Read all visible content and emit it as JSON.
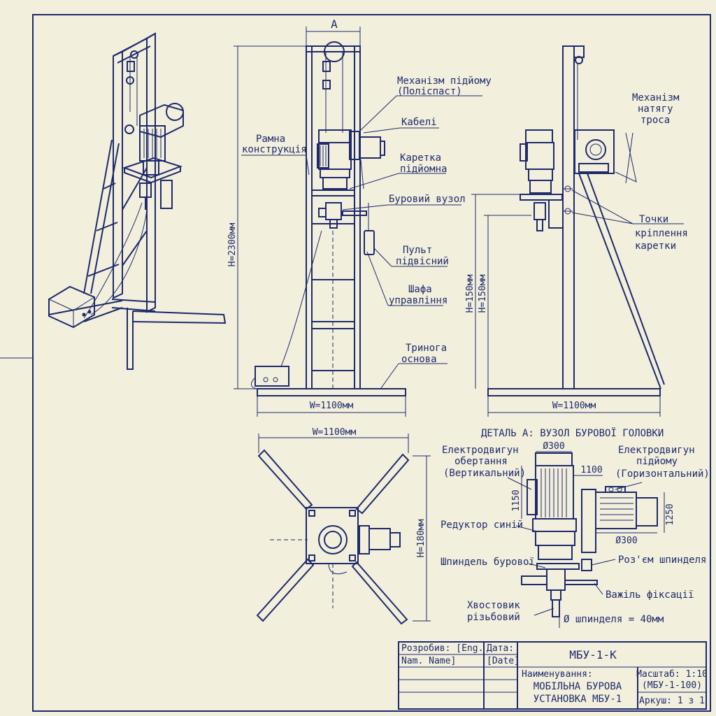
{
  "side_mark": "A",
  "labels": {
    "lift_mechanism": [
      "Механізм підйому",
      "(Поліспаст)"
    ],
    "cables": "Кабелі",
    "frame": [
      "Рамна",
      "конструкція"
    ],
    "carriage": [
      "Каретка",
      "підйомна"
    ],
    "drill_unit": "Буровий вузол",
    "pendant": [
      "Пульт",
      "підвісний"
    ],
    "cabinet": [
      "Шафа",
      "управління"
    ],
    "tripod": [
      "Тринога",
      "основа"
    ],
    "tension": [
      "Механізм",
      "натягу",
      "троса"
    ],
    "mount_points": [
      "Точки",
      "кріплення",
      "каретки"
    ]
  },
  "dims": {
    "front_height": "H=2300мм",
    "front_width": "W=1100мм",
    "side_h1": "H=150мм",
    "side_h2": "H=150мм",
    "side_width": "W=1100мм",
    "plan_width": "W=1100мм",
    "plan_height": "H=180мм"
  },
  "detail": {
    "title": "ДЕТАЛЬ А: ВУЗОЛ БУРОВОЇ ГОЛОВКИ",
    "motor_rot": [
      "Електродвигун",
      "обертання",
      "(Вертикальний)"
    ],
    "motor_lift": [
      "Електродвигун",
      "підйому",
      "(Горизонтальний)"
    ],
    "gearbox": "Редуктор синій",
    "spindle": "Шпиндель бурової",
    "shank": [
      "Хвостовик",
      "різьбовий"
    ],
    "connector": "Роз'єм шпинделя",
    "lever": "Важіль фіксації",
    "spindle_dia": "Ø шпинделя = 40мм",
    "d300_top": "Ø300",
    "d300_side": "Ø300",
    "d1100": "1100",
    "d1150": "1150",
    "d1250": "1250"
  },
  "title_block": {
    "developer_label": "Розробив: [Eng.",
    "developer_name": "Nam. Name]",
    "date_label": "Дата:",
    "date_value": "[Date]",
    "code": "МБУ-1-К",
    "name_label": "Наименування:",
    "name_line1": "МОБІЛЬНА БУРОВА",
    "name_line2": "УСТАНОВКА МБУ-1",
    "scale_label": "Масштаб: 1:10",
    "scale_code": "(МБУ-1-100)",
    "sheet": "Аркуш: 1 з 1"
  },
  "colors": {
    "ink": "#1d2a6b",
    "paper": "#f3efdd"
  }
}
